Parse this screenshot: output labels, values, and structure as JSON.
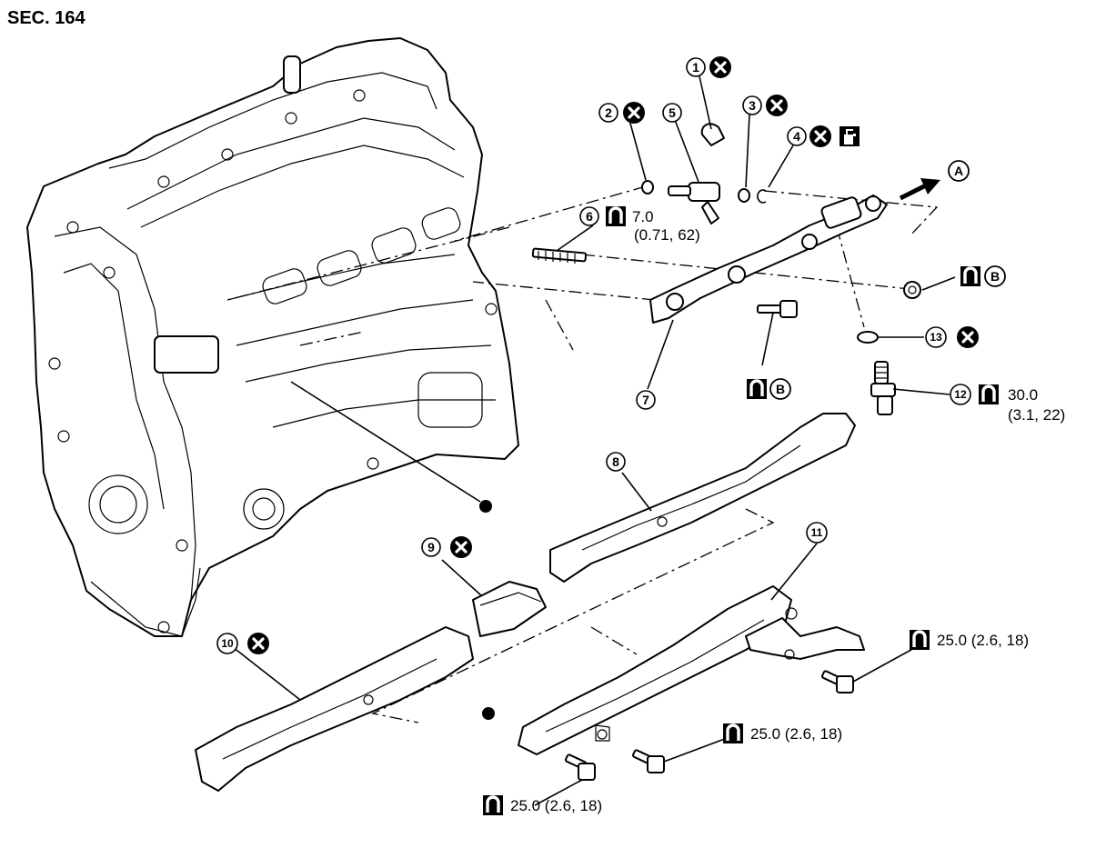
{
  "section": "SEC. 164",
  "callouts": [
    {
      "id": "c1",
      "num": "1"
    },
    {
      "id": "c2",
      "num": "2"
    },
    {
      "id": "c3",
      "num": "3"
    },
    {
      "id": "c4",
      "num": "4"
    },
    {
      "id": "c5",
      "num": "5"
    },
    {
      "id": "c6",
      "num": "6"
    },
    {
      "id": "c7",
      "num": "7"
    },
    {
      "id": "c8",
      "num": "8"
    },
    {
      "id": "c9",
      "num": "9"
    },
    {
      "id": "c10",
      "num": "10"
    },
    {
      "id": "c11",
      "num": "11"
    },
    {
      "id": "c12",
      "num": "12"
    },
    {
      "id": "c13",
      "num": "13"
    }
  ],
  "refs": {
    "a": "A",
    "b": "B"
  },
  "torques": {
    "t6_value": "7.0",
    "t6_sub": "(0.71, 62)",
    "t12_value": "30.0",
    "t12_sub": "(3.1, 22)",
    "t_bracket": "25.0 (2.6, 18)",
    "t_mid": "25.0 (2.6, 18)",
    "t_bottom": "25.0 (2.6, 18)"
  },
  "icons": [
    "x-mark-icon",
    "torque-wrench-icon",
    "fluid-icon",
    "arrow-right-icon",
    "dot-icon"
  ]
}
